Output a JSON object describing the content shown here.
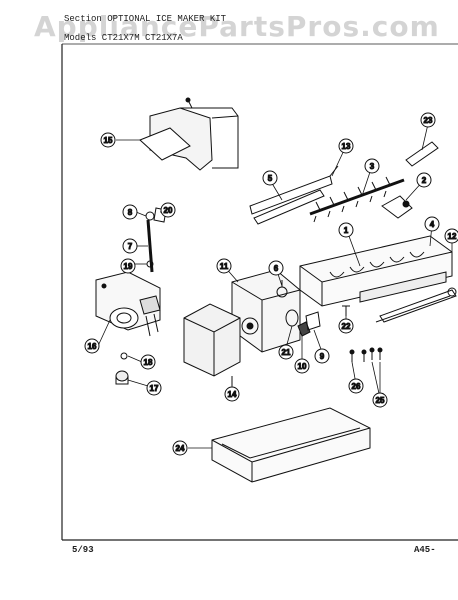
{
  "watermark": "AppliancePartsPros.com",
  "header": {
    "section_line": "Section   OPTIONAL ICE MAKER KIT",
    "models_line": "Models    CT21X7M     CT21X7A"
  },
  "footer": {
    "date": "5/93",
    "page_code": "A45-"
  },
  "callouts": [
    "1",
    "2",
    "3",
    "4",
    "5",
    "6",
    "7",
    "8",
    "9",
    "10",
    "11",
    "12",
    "13",
    "14",
    "15",
    "16",
    "17",
    "18",
    "19",
    "20",
    "21",
    "22",
    "23",
    "24",
    "25",
    "26"
  ]
}
